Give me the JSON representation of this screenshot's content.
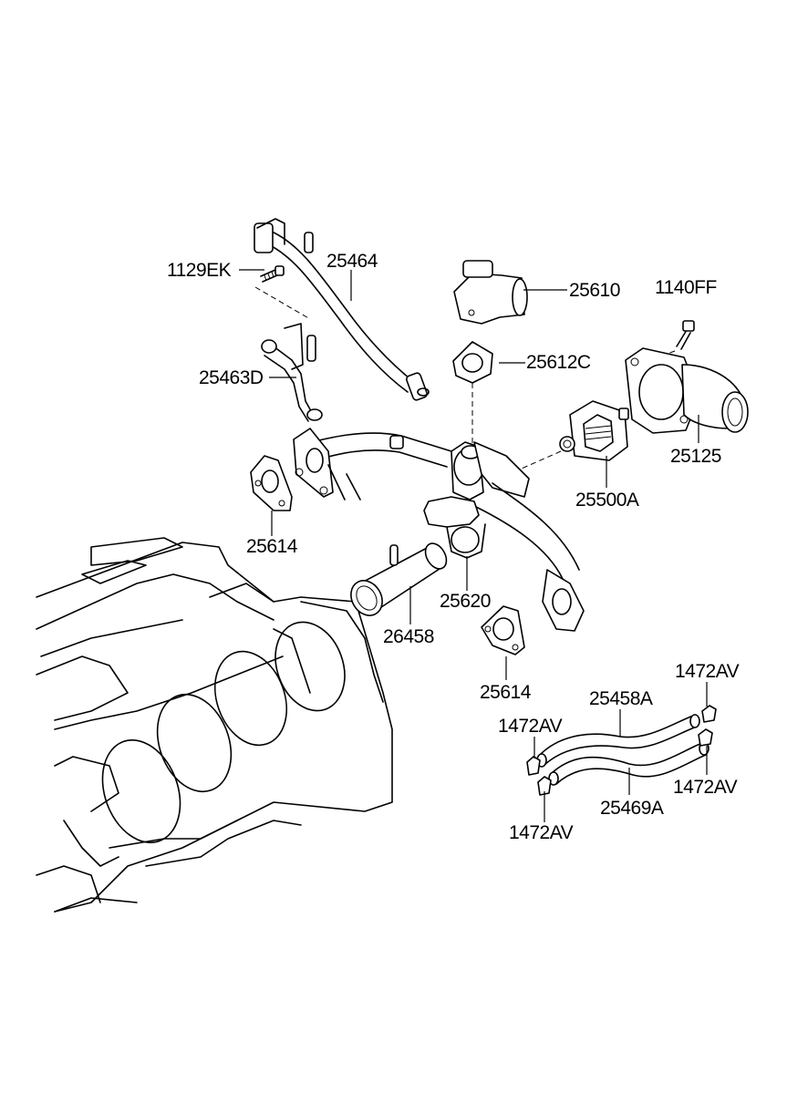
{
  "labels": {
    "p1129EK": "1129EK",
    "p25464": "25464",
    "p25610": "25610",
    "p1140FF": "1140FF",
    "p25612C": "25612C",
    "p25463D": "25463D",
    "p25125": "25125",
    "p25500A": "25500A",
    "p25614a": "25614",
    "p25620": "25620",
    "p26458": "26458",
    "p25614b": "25614",
    "p1472AVa": "1472AV",
    "p25458A": "25458A",
    "p1472AVb": "1472AV",
    "p1472AVc": "1472AV",
    "p25469A": "25469A",
    "p1472AVd": "1472AV"
  }
}
